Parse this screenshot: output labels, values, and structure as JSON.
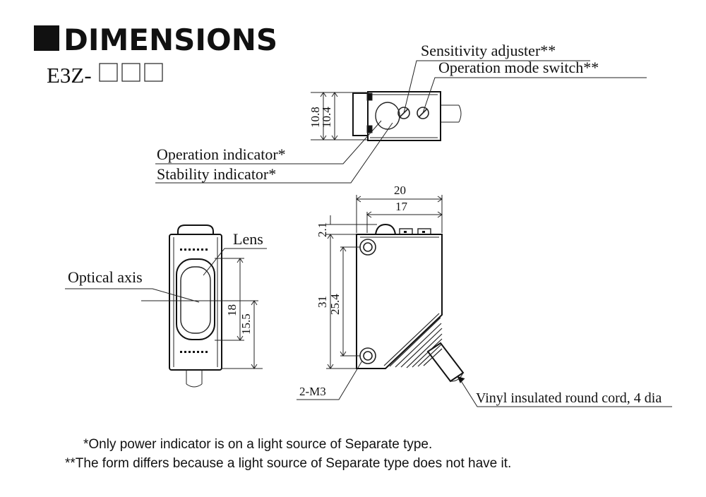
{
  "header": {
    "title": "DIMENSIONS",
    "model": "E3Z-"
  },
  "callouts": {
    "sensitivity_adjuster": "Sensitivity adjuster**",
    "operation_mode_switch": "Operation mode switch**",
    "operation_indicator": "Operation indicator*",
    "stability_indicator": "Stability indicator*",
    "lens": "Lens",
    "optical_axis": "Optical axis",
    "mount_holes": "2-M3",
    "cord": "Vinyl insulated round cord, 4 dia"
  },
  "dimensions": {
    "top_height_outer": "10.8",
    "top_height_inner": "10.4",
    "width_total": "20",
    "width_inner": "17",
    "lens_offset": "2.1",
    "height_total": "31",
    "hole_pitch": "25.4",
    "axis_height_a": "18",
    "axis_height_b": "15.5"
  },
  "notes": {
    "note1": "*Only power indicator is on a light source of Separate type.",
    "note2": "**The form differs because a light source of Separate type does not have it."
  }
}
